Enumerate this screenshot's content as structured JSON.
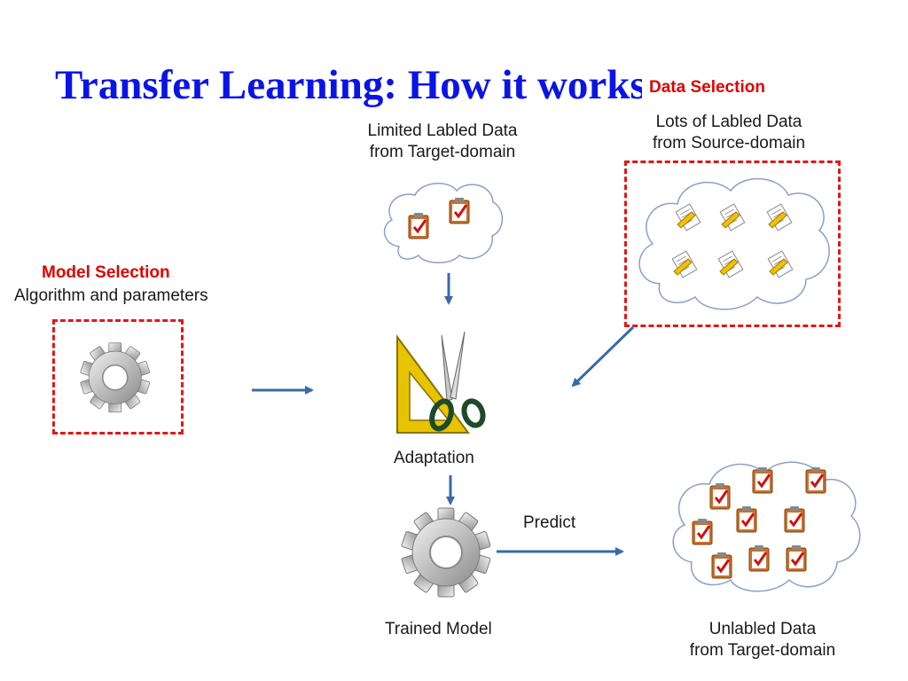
{
  "title": "Transfer Learning: How it works",
  "data_selection": {
    "heading": "Data Selection",
    "caption_line1": "Lots of Labled Data",
    "caption_line2": "from Source-domain"
  },
  "limited_data": {
    "caption_line1": "Limited Labled Data",
    "caption_line2": "from Target-domain"
  },
  "model_selection": {
    "heading": "Model Selection",
    "caption": "Algorithm and parameters"
  },
  "adaptation": {
    "label": "Adaptation"
  },
  "predict": {
    "label": "Predict"
  },
  "trained_model": {
    "label": "Trained Model"
  },
  "unlabled_data": {
    "caption_line1": "Unlabled Data",
    "caption_line2": "from Target-domain"
  },
  "colors": {
    "title": "#0a14e6",
    "highlight": "#e00000",
    "arrow": "#3a6aa8"
  }
}
